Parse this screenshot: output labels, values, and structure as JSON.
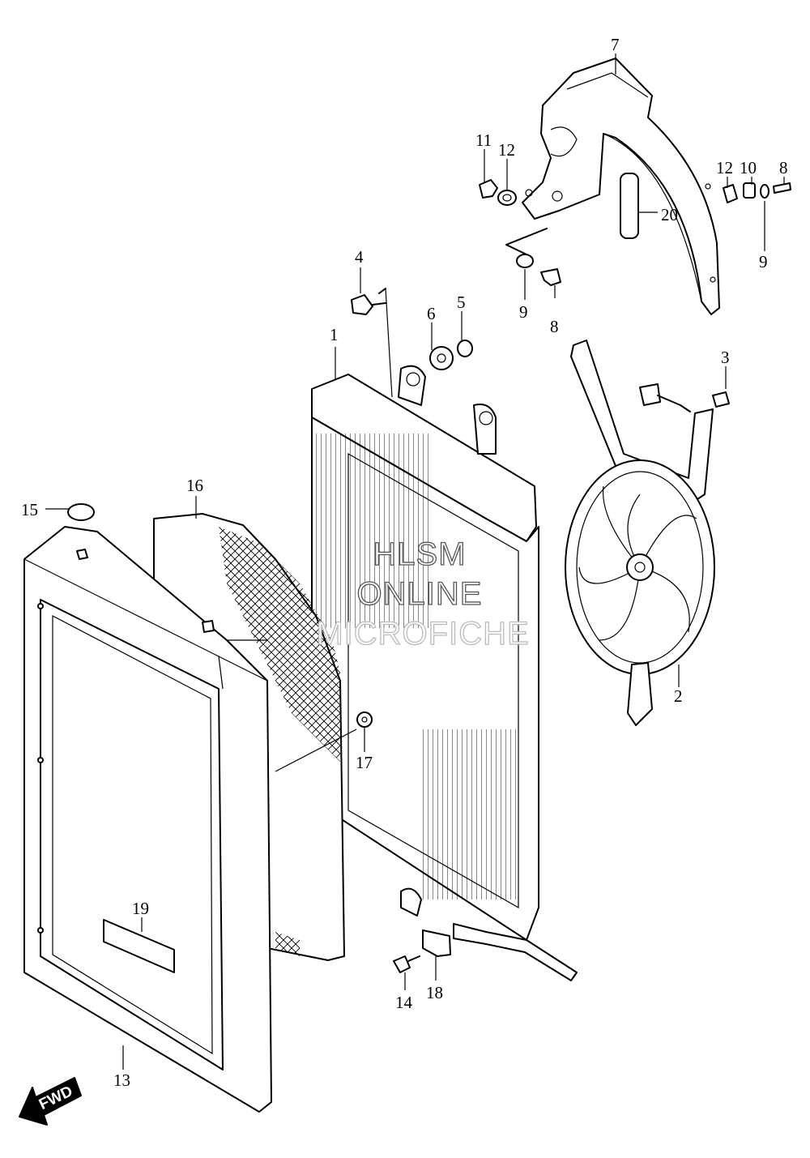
{
  "watermark": {
    "line1": "HLSM",
    "line2": "ONLINE",
    "line3": "MICROFICHE"
  },
  "direction_badge": "FWD",
  "callouts": [
    {
      "id": "c1",
      "text": "1"
    },
    {
      "id": "c2",
      "text": "2"
    },
    {
      "id": "c3",
      "text": "3"
    },
    {
      "id": "c4",
      "text": "4"
    },
    {
      "id": "c5",
      "text": "5"
    },
    {
      "id": "c6",
      "text": "6"
    },
    {
      "id": "c7",
      "text": "7"
    },
    {
      "id": "c8a",
      "text": "8"
    },
    {
      "id": "c8b",
      "text": "8"
    },
    {
      "id": "c9a",
      "text": "9"
    },
    {
      "id": "c9b",
      "text": "9"
    },
    {
      "id": "c10",
      "text": "10"
    },
    {
      "id": "c11",
      "text": "11"
    },
    {
      "id": "c12a",
      "text": "12"
    },
    {
      "id": "c12b",
      "text": "12"
    },
    {
      "id": "c13",
      "text": "13"
    },
    {
      "id": "c14",
      "text": "14"
    },
    {
      "id": "c15",
      "text": "15"
    },
    {
      "id": "c16",
      "text": "16"
    },
    {
      "id": "c17",
      "text": "17"
    },
    {
      "id": "c18",
      "text": "18"
    },
    {
      "id": "c19",
      "text": "19"
    },
    {
      "id": "c20",
      "text": "20"
    }
  ]
}
